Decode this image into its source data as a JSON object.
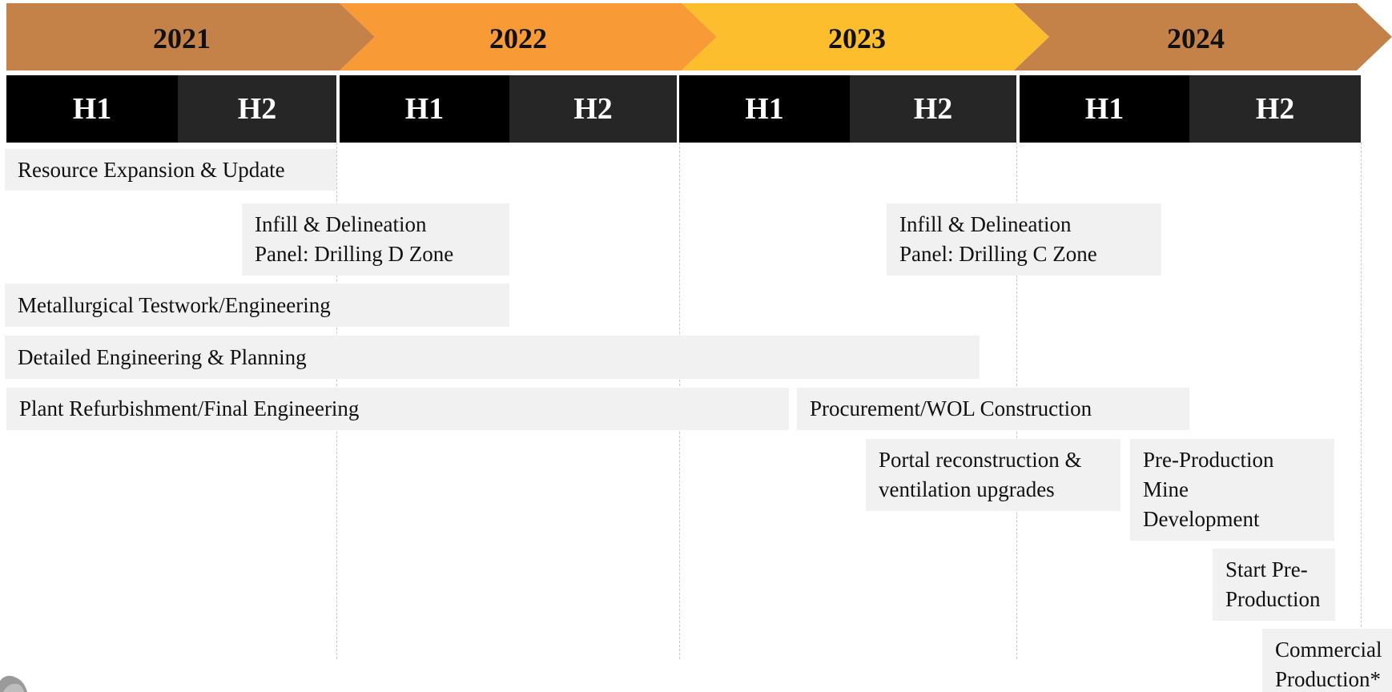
{
  "colors": {
    "year_2021": "#C48148",
    "year_2022": "#F89A35",
    "year_2023": "#FDBE2E",
    "year_2024": "#C48148",
    "half_h1": "#000000",
    "half_h2": "#262626",
    "task_bg": "#F1F1F1"
  },
  "years": [
    {
      "label": "2021",
      "halves": [
        "H1",
        "H2"
      ]
    },
    {
      "label": "2022",
      "halves": [
        "H1",
        "H2"
      ]
    },
    {
      "label": "2023",
      "halves": [
        "H1",
        "H2"
      ]
    },
    {
      "label": "2024",
      "halves": [
        "H1",
        "H2"
      ]
    }
  ],
  "tasks": [
    {
      "text": "Resource Expansion & Update"
    },
    {
      "text": "Infill & Delineation\nPanel: Drilling D Zone"
    },
    {
      "text": "Infill & Delineation\nPanel: Drilling C Zone"
    },
    {
      "text": "Metallurgical Testwork/Engineering"
    },
    {
      "text": "Detailed Engineering & Planning"
    },
    {
      "text": "Plant Refurbishment/Final Engineering"
    },
    {
      "text": "Procurement/WOL Construction"
    },
    {
      "text": "Portal reconstruction &\nventilation upgrades"
    },
    {
      "text": "Pre-Production\nMine\nDevelopment"
    },
    {
      "text": "Start Pre-\nProduction"
    },
    {
      "text": "Commercial\nProduction*"
    }
  ]
}
